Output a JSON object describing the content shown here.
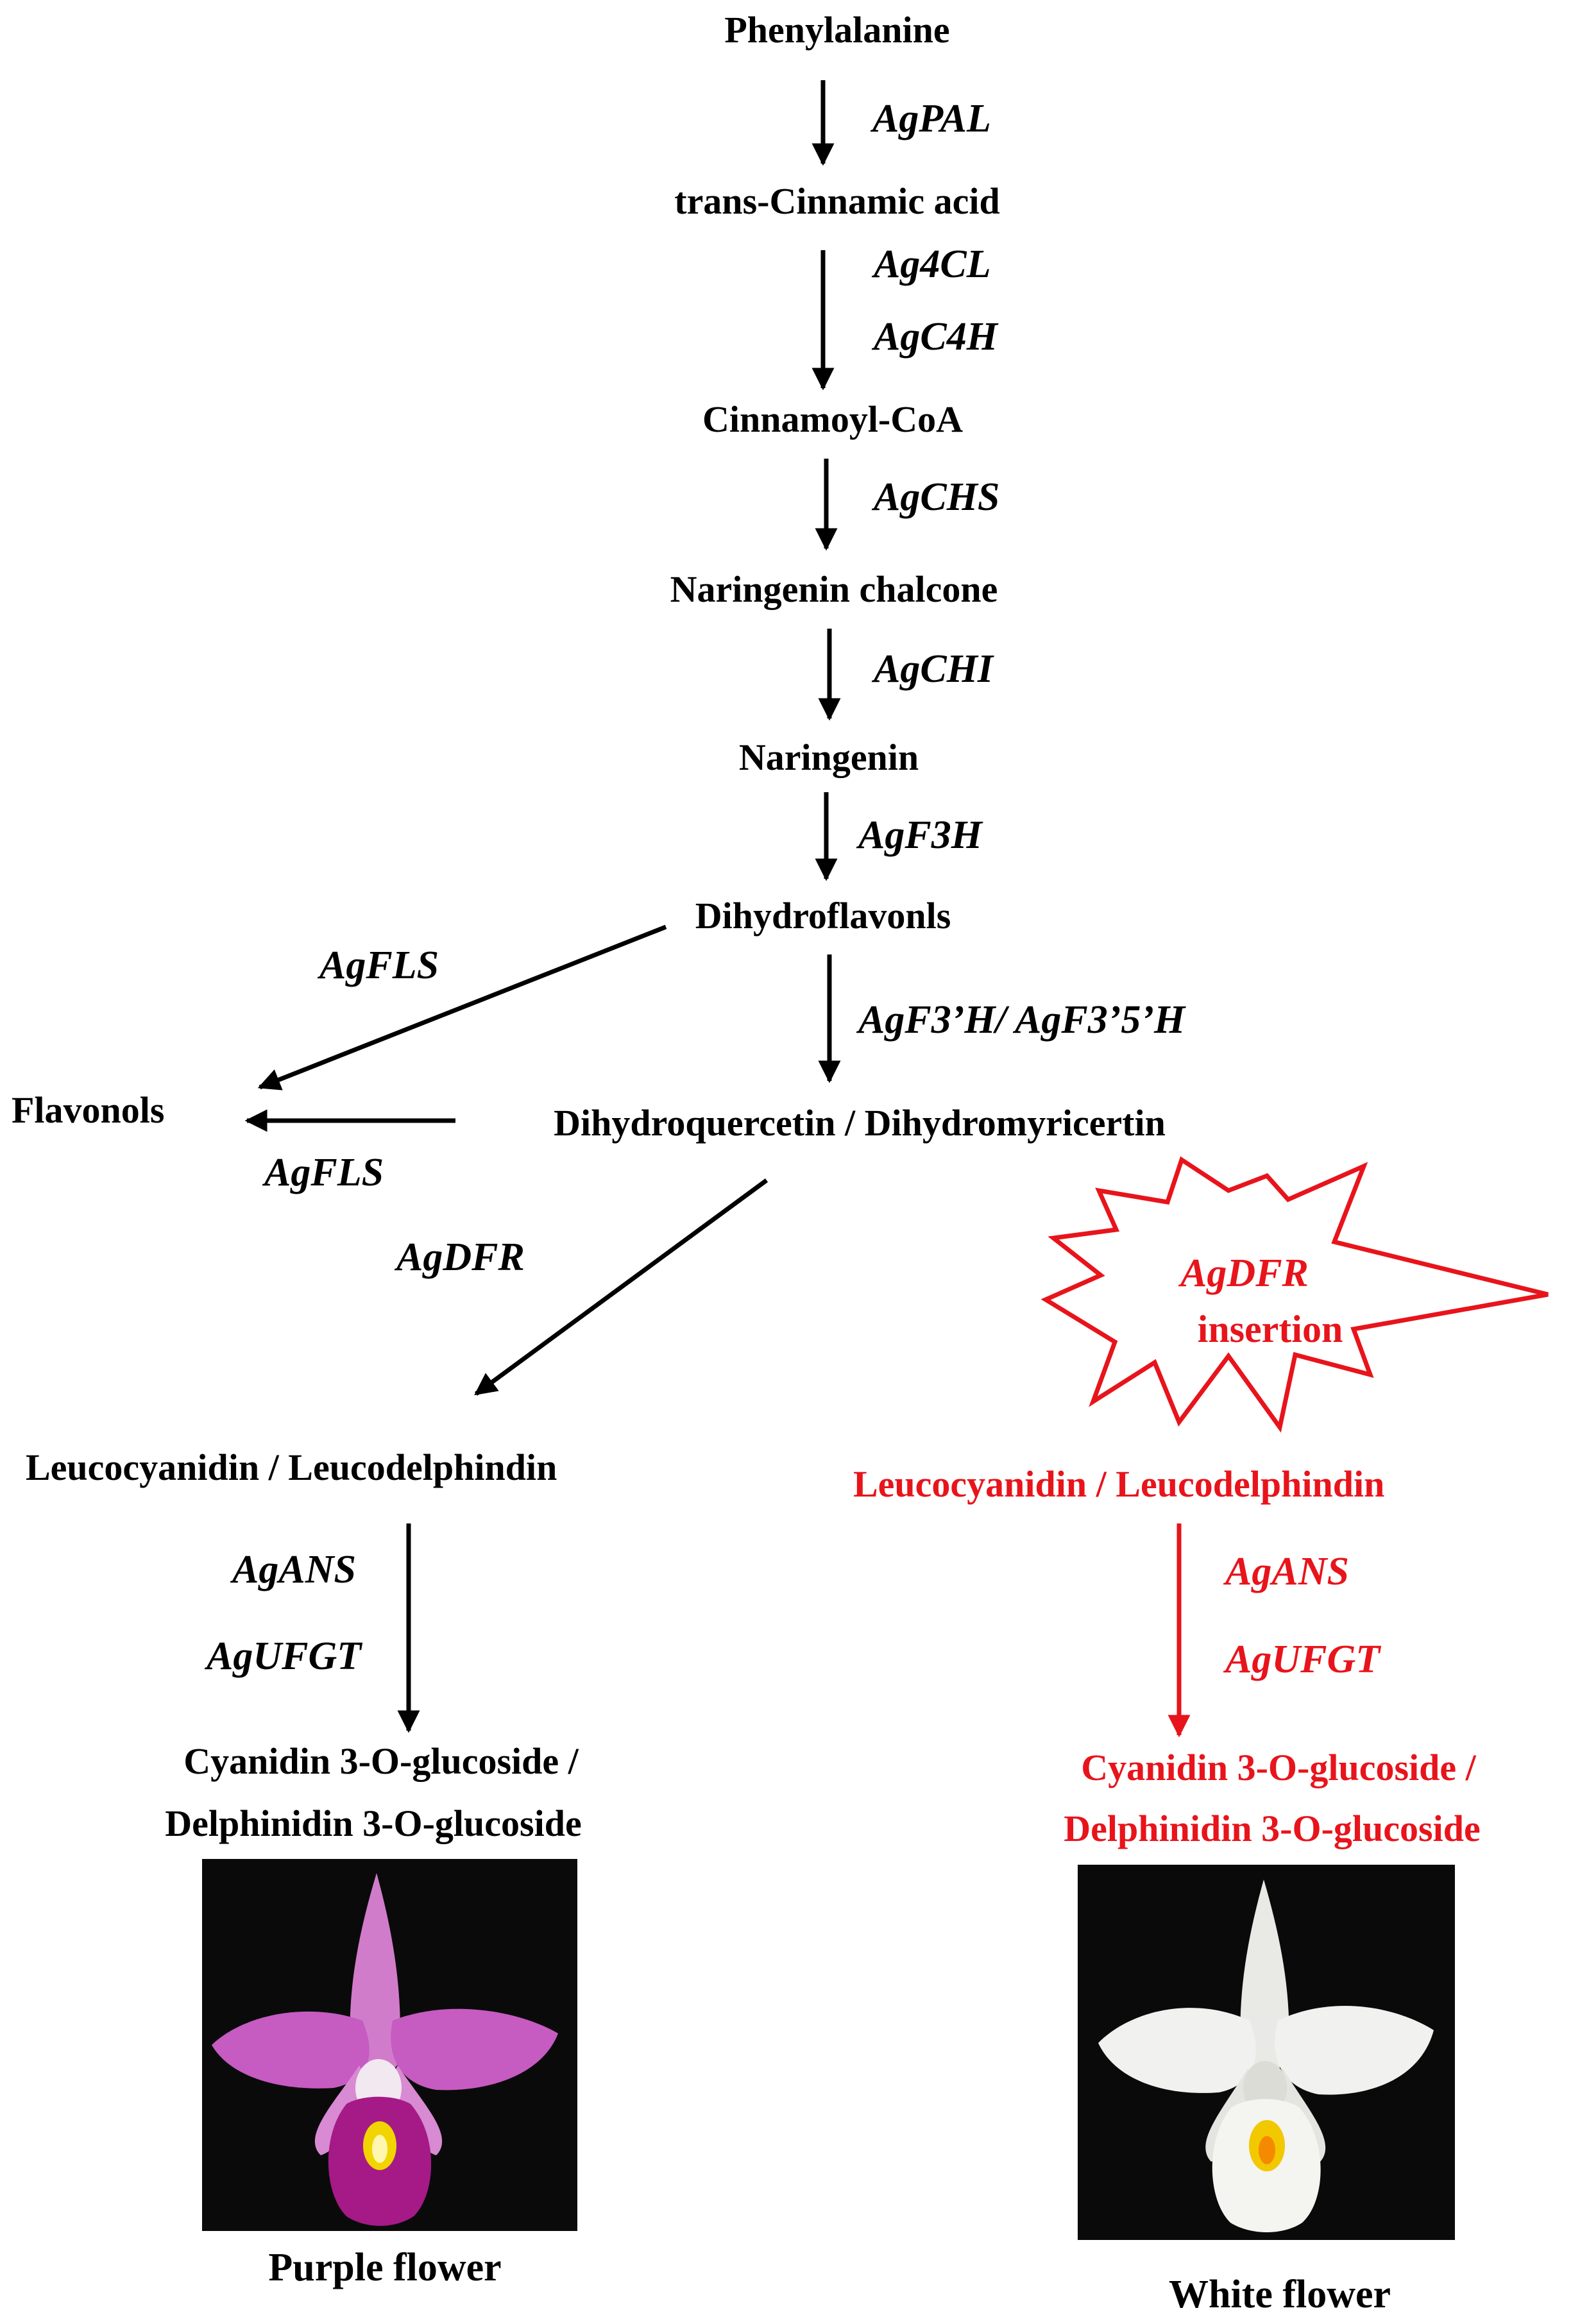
{
  "compounds": {
    "phenylalanine": "Phenylalanine",
    "cinnamic_acid": "trans-Cinnamic acid",
    "cinnamoyl_coa": "Cinnamoyl-CoA",
    "naringenin_chalcone": "Naringenin chalcone",
    "naringenin": "Naringenin",
    "dihydroflavonols": "Dihydroflavonls",
    "flavonols": "Flavonols",
    "dihydroquercetin": "Dihydroquercetin / Dihydromyricertin",
    "leuco_left": "Leucocyanidin / Leucodelphindin",
    "product_left_1": "Cyanidin 3-O-glucoside /",
    "product_left_2": "Delphinidin 3-O-glucoside",
    "leuco_right": "Leucocyanidin / Leucodelphindin",
    "product_right_1": "Cyanidin 3-O-glucoside /",
    "product_right_2": "Delphinidin 3-O-glucoside"
  },
  "enzymes": {
    "pal": "AgPAL",
    "4cl": "Ag4CL",
    "c4h": "AgC4H",
    "chs": "AgCHS",
    "chi": "AgCHI",
    "f3h": "AgF3H",
    "fls_upper": "AgFLS",
    "f3h_f35h": "AgF3’H/ AgF3’5’H",
    "fls_lower": "AgFLS",
    "dfr": "AgDFR",
    "ans_left": "AgANS",
    "ufgt_left": "AgUFGT",
    "ans_right": "AgANS",
    "ufgt_right": "AgUFGT"
  },
  "insertion": {
    "line1": "AgDFR",
    "line2": "insertion"
  },
  "captions": {
    "left": "Purple flower",
    "right": "White flower"
  },
  "colors": {
    "black": "#000000",
    "accent_red": "#e8141b",
    "photo_background": "#0a0a0a",
    "purple_petal": "#c65bc1",
    "white_petal": "#f1f1ef",
    "throat_yellow": "#f2d400"
  }
}
